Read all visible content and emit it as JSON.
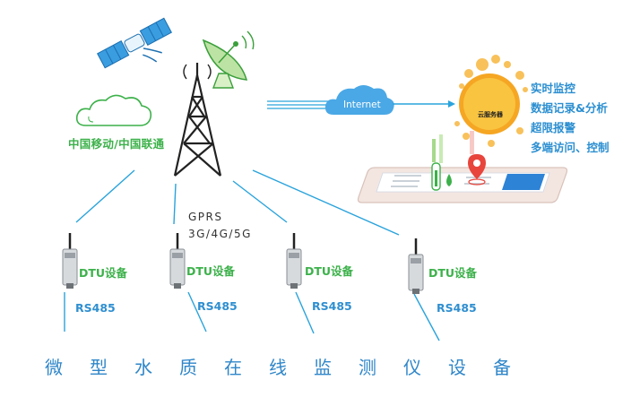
{
  "network": {
    "carrier_label": "中国移动/中国联通",
    "gprs_line1": "GPRS",
    "gprs_line2": "3G/4G/5G",
    "internet_label": "Internet",
    "cloud_server_label": "云服务器"
  },
  "features": [
    "实时监控",
    "数据记录&分析",
    "超限报警",
    "多端访问、控制"
  ],
  "devices": [
    {
      "dtu_label": "DTU设备",
      "bus_label": "RS485"
    },
    {
      "dtu_label": "DTU设备",
      "bus_label": "RS485"
    },
    {
      "dtu_label": "DTU设备",
      "bus_label": "RS485"
    },
    {
      "dtu_label": "DTU设备",
      "bus_label": "RS485"
    }
  ],
  "footer_chars": [
    "微",
    "型",
    "水",
    "质",
    "在",
    "线",
    "监",
    "测",
    "仪",
    "设",
    "备"
  ],
  "colors": {
    "line_blue": "#29a3dc",
    "label_green": "#3cb14a",
    "label_blue": "#2f8fd0",
    "sun_orange": "#f5a623"
  }
}
